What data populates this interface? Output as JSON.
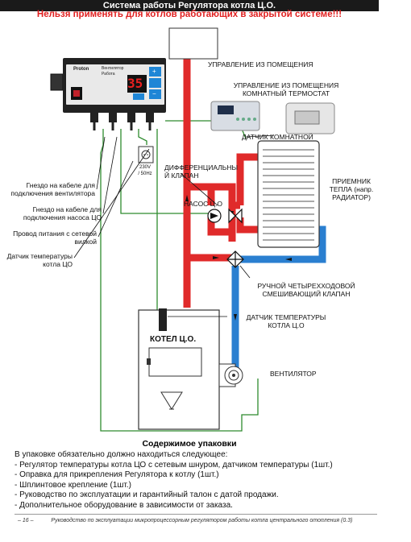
{
  "header": {
    "title": "Система работы Регулятора котла Ц.О."
  },
  "warning": "Нельзя применять для котлов работающих в закрытой системе!!!",
  "labels": {
    "room_control": "УПРАВЛЕНИЕ ИЗ ПОМЕЩЕНИЯ",
    "room_control_thermostat_1": "УПРАВЛЕНИЕ ИЗ ПОМЕЩЕНИЯ",
    "room_control_thermostat_2": "КОМНАТНЫЙ ТЕРМОСТАТ",
    "room_sensor": "ДАТЧИК КОМНАТНОЙ",
    "diff_valve_1": "ДИФФЕРЕНЦИАЛЬНЫ",
    "diff_valve_2": "Й КЛАПАН",
    "pump": "НАСОС Ц.О",
    "radiator_1": "ПРИЕМНИК",
    "radiator_2": "ТЕПЛА (напр.",
    "radiator_3": "РАДИАТОР)",
    "fan_socket_1": "Гнездо на кабеле для",
    "fan_socket_2": "подключения вентилятора",
    "pump_socket_1": "Гнездо на кабеле для",
    "pump_socket_2": "подключения насоса ЦО",
    "power_1": "Провод питания с сетевой",
    "power_2": "вилкой",
    "temp_sensor_1": "Датчик температуры",
    "temp_sensor_2": "котла ЦО",
    "mixing_valve_1": "РУЧНОЙ ЧЕТЫРЕХХОДОВОЙ",
    "mixing_valve_2": "СМЕШИВАЮЩИЙ КЛАПАН",
    "boiler_sensor_1": "ДАТЧИК ТЕМПЕРАТУРЫ",
    "boiler_sensor_2": "КОТЛА Ц.О",
    "boiler": "КОТЕЛ Ц.О.",
    "fan": "ВЕНТИЛЯТОР",
    "voltage_1": "230V",
    "voltage_2": "/ 50Hz"
  },
  "controller": {
    "brand": "Proton",
    "display": "35",
    "opt1": "Вентилятор",
    "opt2": "Работа",
    "btn_plus": "+",
    "btn_minus": "−"
  },
  "packaging": {
    "title": "Содержимое упаковки",
    "intro": "В упаковке обязательно должно находиться следующее:",
    "items": [
      "- Регулятор температуры котла ЦО с сетевым шнуром, датчиком температуры (1шт.)",
      "- Оправка для прикрепления Регулятора к котлу (1шт.)",
      "- Шплинтовое крепление (1шт.)",
      "- Руководство по эксплуатации и гарантийный талон с датой продажи.",
      "- Дополнительное оборудование в зависимости от заказа."
    ]
  },
  "footer": {
    "page": "– 16 –",
    "text": "Руководство по эксплуатации микропроцессорным регулятором работы котла центрального отопления (0.3)"
  },
  "colors": {
    "supply": "#e02a2a",
    "return": "#2a7fd0",
    "wire": "#2e8b2e",
    "accent": "#1f86d6"
  }
}
